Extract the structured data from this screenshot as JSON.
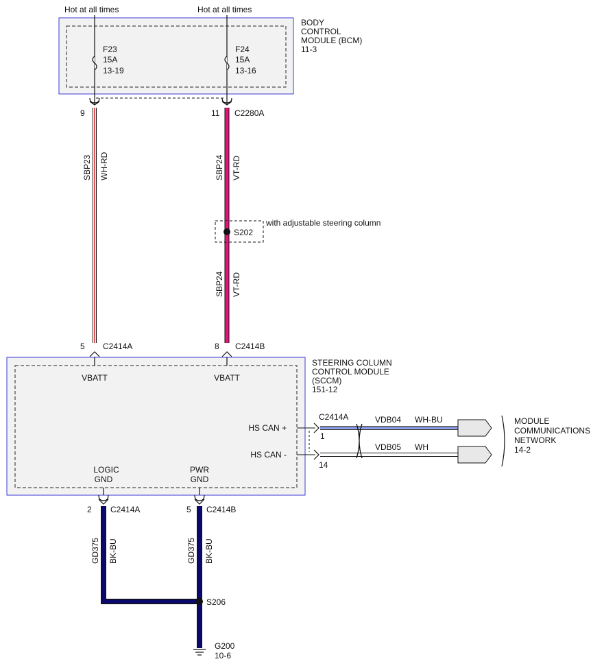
{
  "power": {
    "left": "Hot at all times",
    "right": "Hot at all times"
  },
  "bcm": {
    "name_line1": "BODY",
    "name_line2": "CONTROL",
    "name_line3": "MODULE (BCM)",
    "ref": "11-3"
  },
  "fuses": [
    {
      "id": "F23",
      "rating": "15A",
      "ref": "13-19"
    },
    {
      "id": "F24",
      "rating": "15A",
      "ref": "13-16"
    }
  ],
  "connectors": {
    "bcm_left_pin": "9",
    "bcm_right_pin": "11",
    "bcm_conn": "C2280A",
    "sccm_vbatt_left_pin": "5",
    "sccm_vbatt_left_conn": "C2414A",
    "sccm_vbatt_right_pin": "8",
    "sccm_vbatt_right_conn": "C2414B",
    "can_conn": "C2414A",
    "can_hi_pin": "1",
    "can_lo_pin": "14",
    "gnd_left_pin": "2",
    "gnd_left_conn": "C2414A",
    "gnd_right_pin": "5",
    "gnd_right_conn": "C2414B"
  },
  "wires": {
    "left_circuit": "SBP23",
    "left_color": "WH-RD",
    "right_circuit": "SBP24",
    "right_color": "VT-RD",
    "right_circuit2": "SBP24",
    "right_color2": "VT-RD",
    "can_hi_circuit": "VDB04",
    "can_hi_color": "WH-BU",
    "can_lo_circuit": "VDB05",
    "can_lo_color": "WH",
    "gnd_left_circuit": "GD375",
    "gnd_left_color": "BK-BU",
    "gnd_right_circuit": "GD375",
    "gnd_right_color": "BK-BU"
  },
  "splices": {
    "s202": "S202",
    "s202_note": "with adjustable steering column",
    "s206": "S206"
  },
  "sccm": {
    "name_line1": "STEERING COLUMN",
    "name_line2": "CONTROL MODULE",
    "name_line3": "(SCCM)",
    "ref": "151-12",
    "pin_vbatt_left": "VBATT",
    "pin_vbatt_right": "VBATT",
    "pin_can_hi": "HS CAN +",
    "pin_can_lo": "HS CAN -",
    "pin_logic_gnd_1": "LOGIC",
    "pin_logic_gnd_2": "GND",
    "pin_pwr_gnd_1": "PWR",
    "pin_pwr_gnd_2": "GND"
  },
  "network": {
    "line1": "MODULE",
    "line2": "COMMUNICATIONS",
    "line3": "NETWORK",
    "ref": "14-2"
  },
  "ground": {
    "id": "G200",
    "ref": "10-6"
  },
  "colors": {
    "module_border": "#3a3ad6",
    "module_fill": "#f2f2f2",
    "violet_red_wire": "#e4147a",
    "black_blue_wire": "#0a0a6e",
    "white_red_stripe": "#d42020",
    "white_blue_stripe": "#2e4dd6"
  }
}
